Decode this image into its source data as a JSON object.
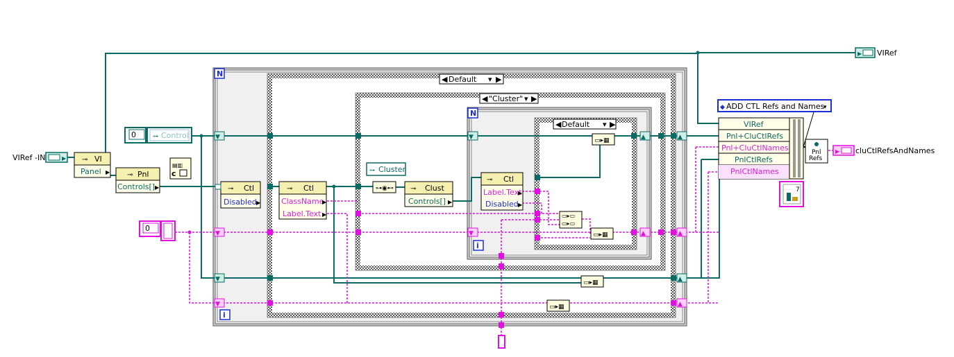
{
  "terminals": {
    "viref_in": "VIRef -IN",
    "viref_out": "VIRef",
    "out_cluster": "cluCtlRefsAndNames",
    "const_zero_1": "0",
    "const_zero_2": "0",
    "control_class": "Control",
    "cluster_class": "Cluster"
  },
  "nodes": {
    "vi_node": {
      "class": "VI",
      "prop": "Panel"
    },
    "pnl_node": {
      "class": "Pnl",
      "prop": "Controls[]"
    },
    "ctl_node_1": {
      "class": "Ctl",
      "prop": "Disabled"
    },
    "ctl_node_2": {
      "class": "Ctl",
      "prop1": "ClassName",
      "prop2": "Label.Text"
    },
    "clust_node": {
      "class": "Clust",
      "prop": "Controls[]"
    },
    "ctl_node_3": {
      "class": "Ctl",
      "prop1": "Label.Text",
      "prop2": "Disabled"
    },
    "pnl_refs": {
      "line1": "Pnl",
      "line2": "Refs"
    }
  },
  "structures": {
    "case_outer": "Default",
    "case_middle": "\"Cluster\"",
    "case_inner": "Default",
    "loop_n": "N",
    "loop_i": "i",
    "state_selector": "ADD CTL Refs and Names"
  },
  "bundle": {
    "fields": [
      "VIRef",
      "Pnl+CluCtlRefs",
      "Pnl+CluCtlNames",
      "PnlCtlRefs",
      "PnlCtlNames"
    ]
  },
  "constants": {
    "fg7": "7"
  },
  "colors": {
    "ref_wire": "#0a6b64",
    "string_wire": "#e010e0",
    "loop_border": "#1c2fd3",
    "loop_bg": "#f0f0f0"
  }
}
